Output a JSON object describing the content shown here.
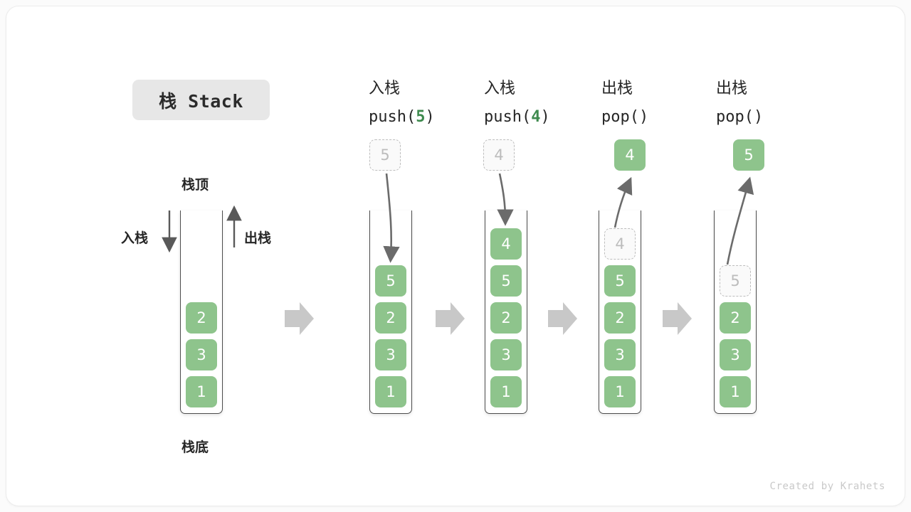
{
  "title": {
    "badge": "栈 Stack"
  },
  "left_stack": {
    "top_label": "栈顶",
    "bottom_label": "栈底",
    "push_label": "入栈",
    "pop_label": "出栈",
    "items": [
      "2",
      "3",
      "1"
    ]
  },
  "stages": [
    {
      "op_cn": "入栈",
      "op_code_prefix": "push(",
      "op_code_num": "5",
      "op_code_suffix": ")",
      "pending_value": "5",
      "pending_state": "ghost",
      "arrow_direction": "down",
      "items": [
        "5",
        "2",
        "3",
        "1"
      ]
    },
    {
      "op_cn": "入栈",
      "op_code_prefix": "push(",
      "op_code_num": "4",
      "op_code_suffix": ")",
      "pending_value": "4",
      "pending_state": "ghost",
      "arrow_direction": "down",
      "items": [
        "4",
        "5",
        "2",
        "3",
        "1"
      ]
    },
    {
      "op_cn": "出栈",
      "op_code_prefix": "pop(",
      "op_code_num": "",
      "op_code_suffix": ")",
      "pending_value": "4",
      "pending_state": "solid",
      "arrow_direction": "up",
      "items": [
        "4",
        "5",
        "2",
        "3",
        "1"
      ],
      "ghost_items": [
        "4"
      ]
    },
    {
      "op_cn": "出栈",
      "op_code_prefix": "pop(",
      "op_code_num": "",
      "op_code_suffix": ")",
      "pending_value": "5",
      "pending_state": "solid",
      "arrow_direction": "up",
      "items": [
        "5",
        "2",
        "3",
        "1"
      ],
      "ghost_items": [
        "5"
      ]
    }
  ],
  "flow_arrows": [
    "flow-arrow-1",
    "flow-arrow-2",
    "flow-arrow-3",
    "flow-arrow-4"
  ],
  "credit": "Created by Krahets",
  "colors": {
    "box_fill": "#8ec48c",
    "accent_green": "#3e8a4e",
    "wall": "#4d4d4d",
    "flow_arrow": "#c8c8c8",
    "ghost_border": "#bdbdbd",
    "badge_bg": "#e7e7e7"
  }
}
